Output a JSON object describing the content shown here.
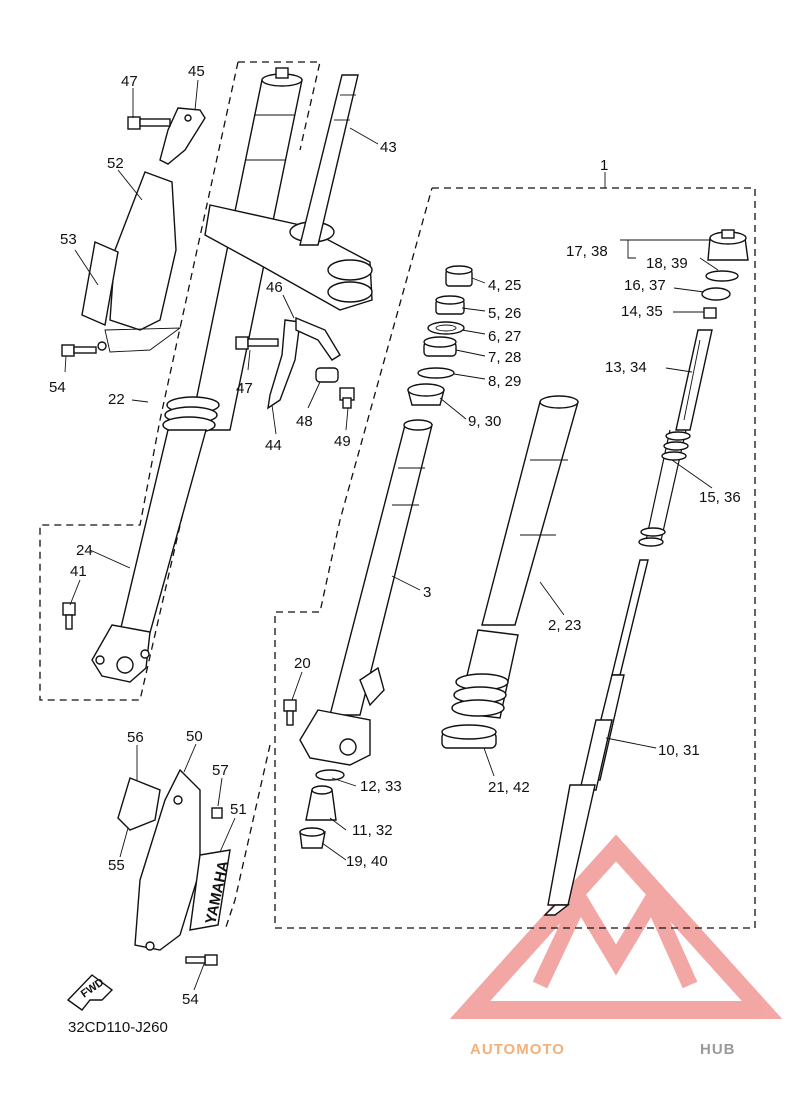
{
  "callouts": [
    "47",
    "45",
    "52",
    "53",
    "54",
    "22",
    "46",
    "47",
    "48",
    "44",
    "49",
    "43",
    "1",
    "17, 38",
    "18, 39",
    "16, 37",
    "14, 35",
    "13, 34",
    "15, 36",
    "4, 25",
    "5, 26",
    "6, 27",
    "7, 28",
    "8, 29",
    "9, 30",
    "3",
    "2, 23",
    "24",
    "41",
    "20",
    "10, 31",
    "12, 33",
    "21, 42",
    "11, 32",
    "19, 40",
    "56",
    "50",
    "57",
    "51",
    "55",
    "54"
  ],
  "fwd_label": "FWD",
  "brand_text": "YAMAHA",
  "diagram_code": "32CD110-J260",
  "watermark": {
    "part1": "AUTOMOTO",
    "part2": "HUB",
    "color1": "#f3b07a",
    "color2": "#9a9a9a",
    "logo_color": "#f08a86",
    "logo_icon": "triangle-m-logo-icon"
  }
}
